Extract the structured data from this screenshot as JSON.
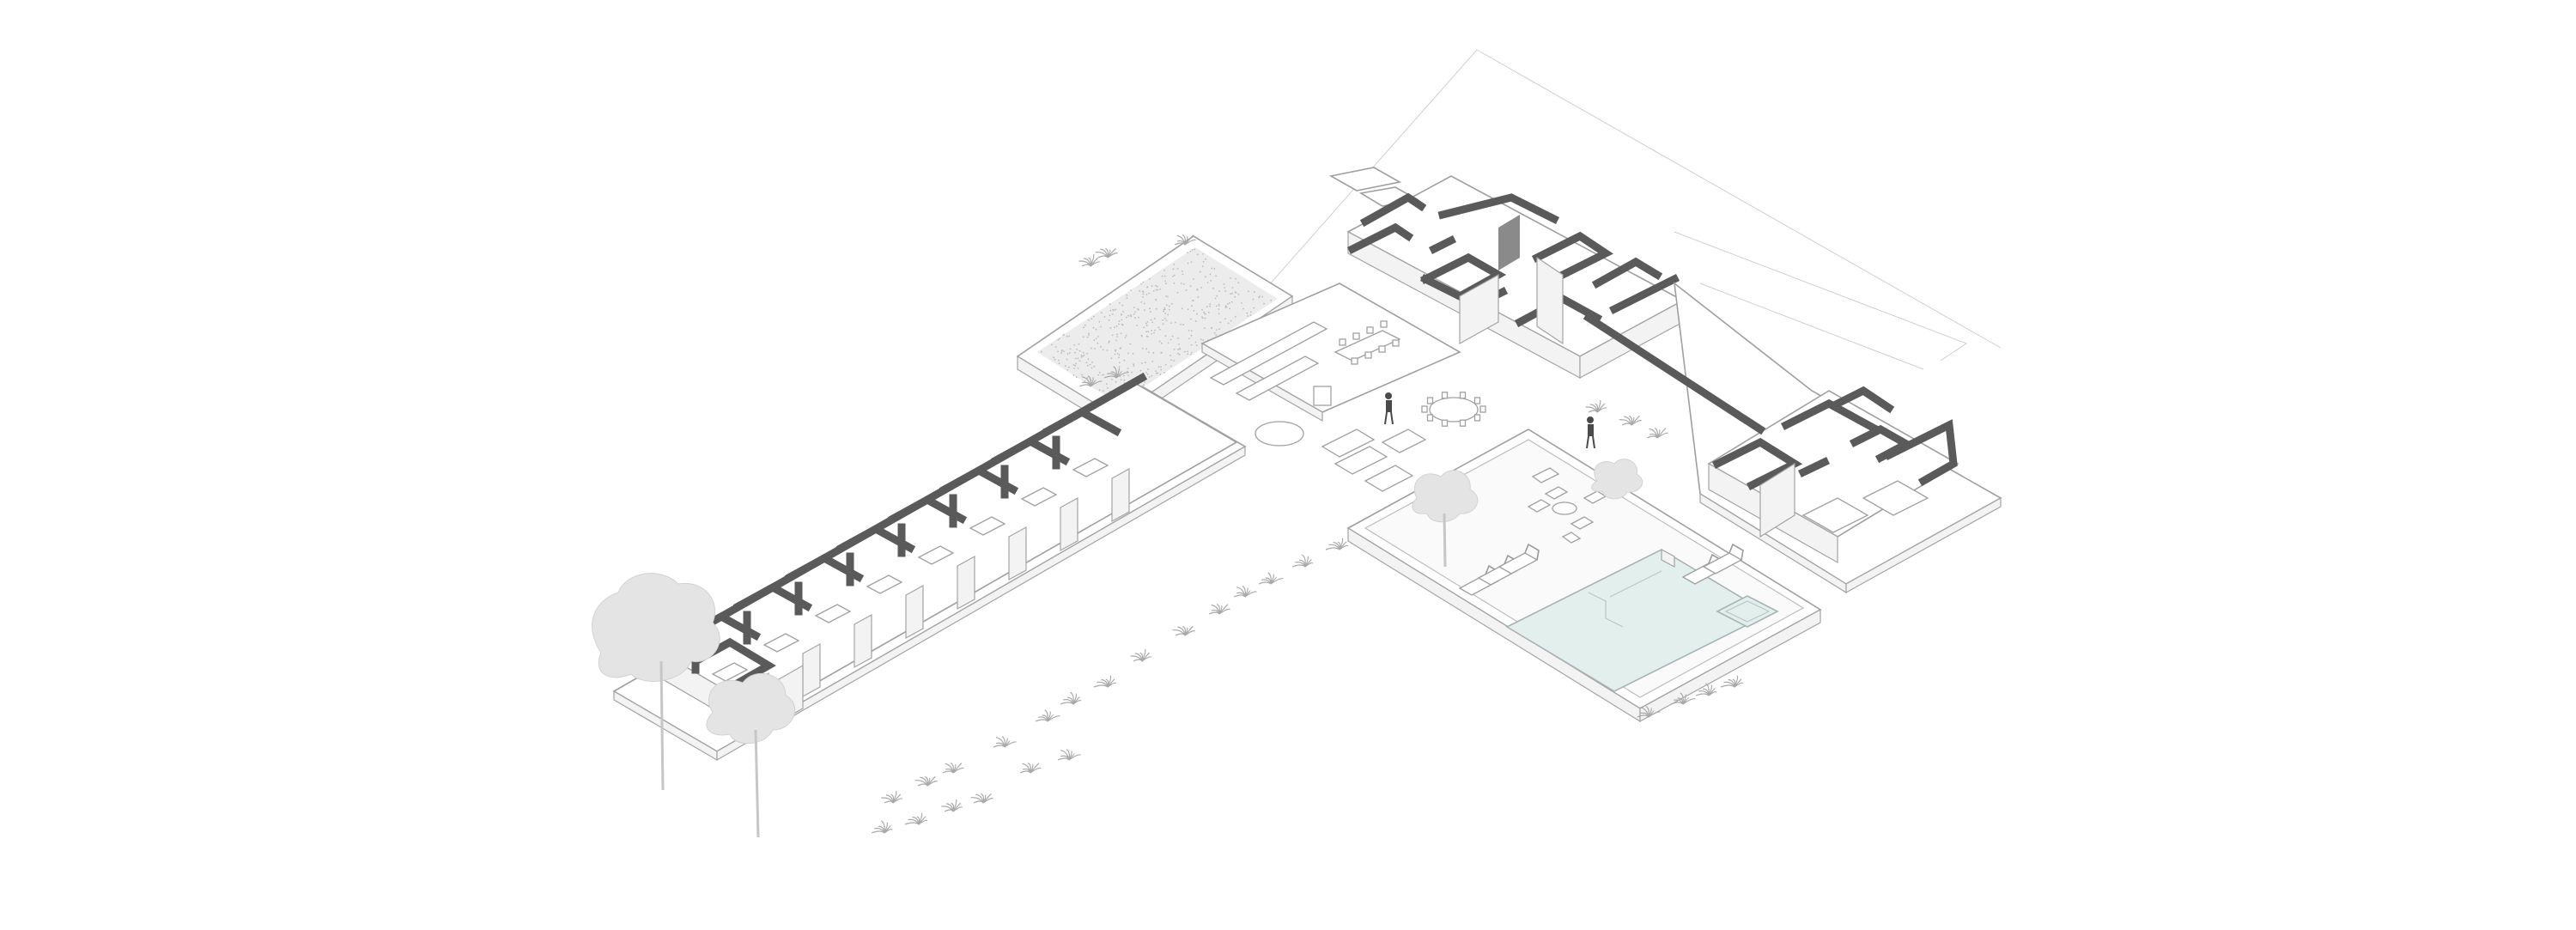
{
  "drawing": {
    "type": "isometric-architectural-axonometric",
    "colors": {
      "background": "#ffffff",
      "cut_walls": "#5a5a5a",
      "lines": "#9f9f9f",
      "pool_water": "#e3efed",
      "vegetation": "#e4e4e4"
    },
    "elements": [
      "site-boundary-line",
      "guest-wing",
      "garden-roof-planter",
      "living-dining-pavilion",
      "main-house-block",
      "east-wing",
      "pool-terrace",
      "swimming-pool",
      "jacuzzi",
      "sun-loungers",
      "round-dining-table",
      "human-figures",
      "trees",
      "shrubs"
    ]
  }
}
